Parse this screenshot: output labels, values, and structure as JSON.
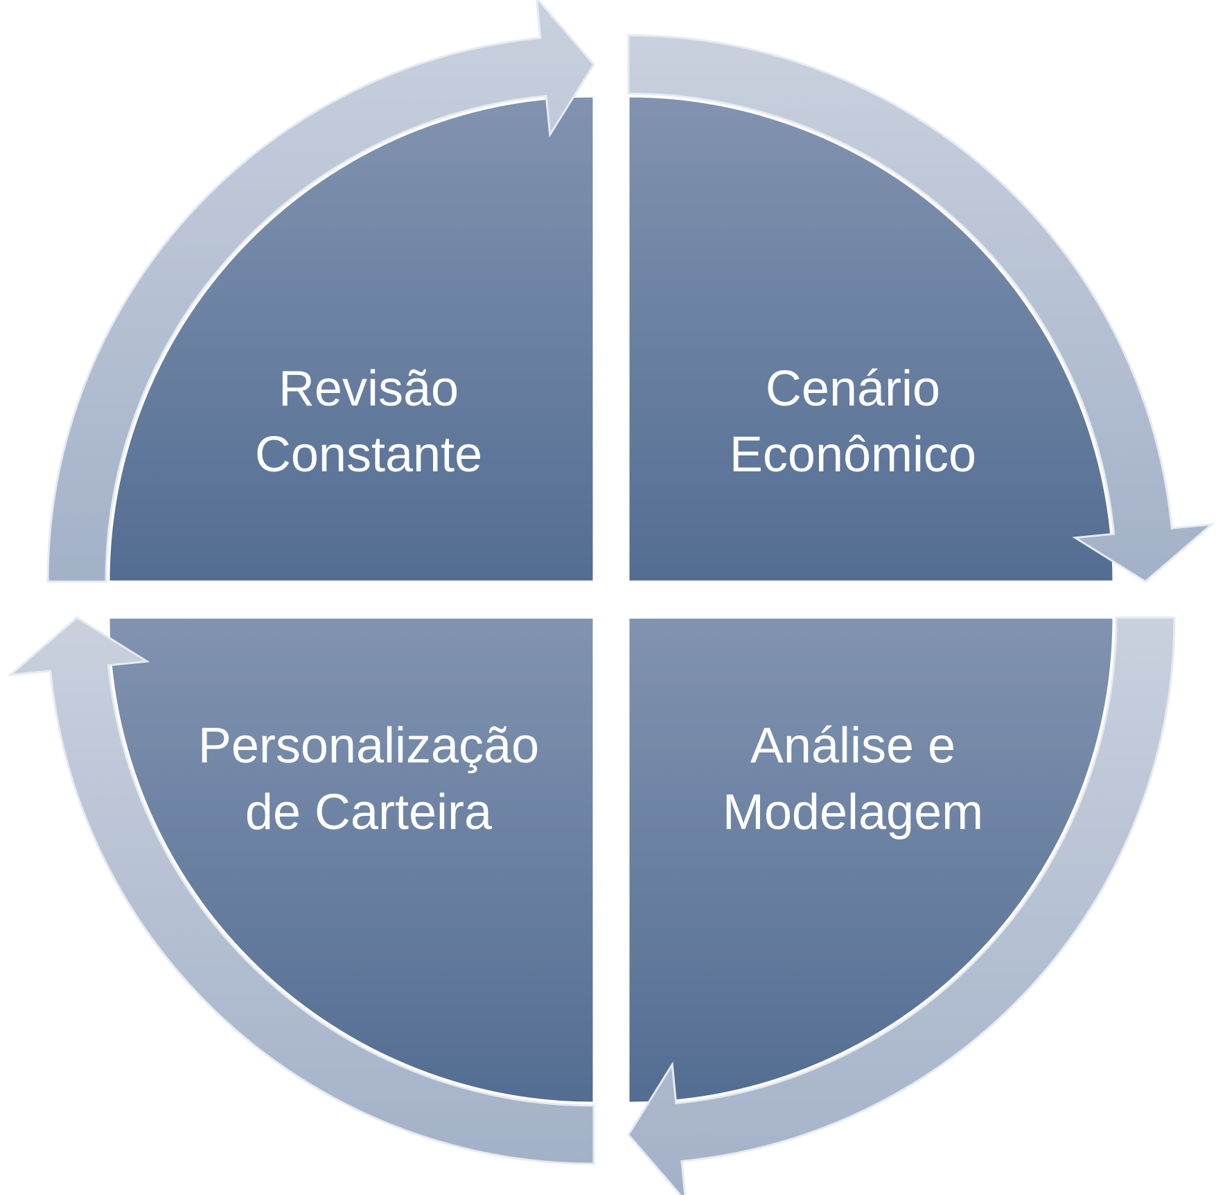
{
  "diagram": {
    "type": "cycle",
    "colors": {
      "sector_top": "#8193b0",
      "sector_bottom": "#536d92",
      "ring_light": "#c9d1de",
      "ring_dark": "#a3b1c8",
      "text": "#ffffff"
    },
    "quadrants": [
      {
        "id": "revisao",
        "lines": [
          "Revisão",
          "Constante"
        ]
      },
      {
        "id": "cenario",
        "lines": [
          "Cenário",
          "Econômico"
        ]
      },
      {
        "id": "analise",
        "lines": [
          "Análise e",
          "Modelagem"
        ]
      },
      {
        "id": "personalizacao",
        "lines": [
          "Personalização",
          "de Carteira"
        ]
      }
    ]
  }
}
